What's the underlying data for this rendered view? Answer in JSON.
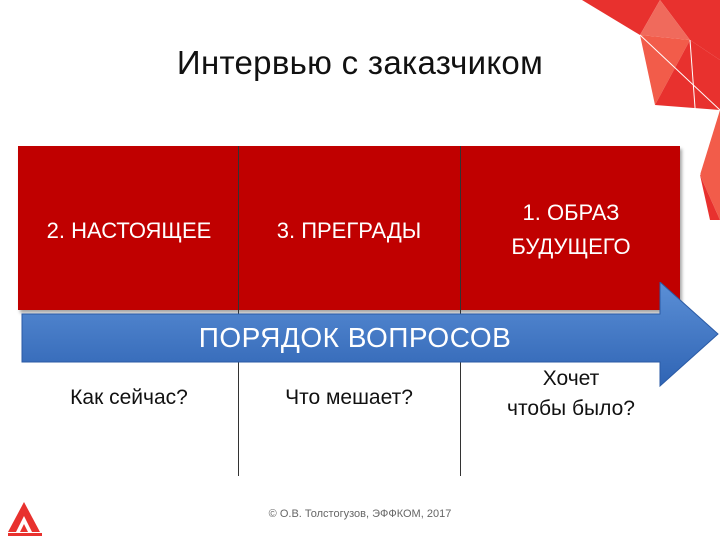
{
  "slide": {
    "title": "Интервью с заказчиком",
    "columns": [
      {
        "header": "2. НАСТОЯЩЕЕ",
        "question": "Как сейчас?"
      },
      {
        "header": "3. ПРЕГРАДЫ",
        "question": "Что мешает?"
      },
      {
        "header": "1. ОБРАЗ БУДУЩЕГО",
        "header_line1": "1. ОБРАЗ",
        "header_line2": "БУДУЩЕГО",
        "question_line1": "Хочет",
        "question_line2": "чтобы было?"
      }
    ],
    "arrow_label": "ПОРЯДОК ВОПРОСОВ",
    "footer": "© О.В. Толстогузов, ЭФФКОМ, 2017"
  },
  "colors": {
    "band_red": "#c00000",
    "arrow_blue": "#3f78c9",
    "accent_red": "#e8312e"
  },
  "icons": [
    "corner-triangles-decoration",
    "company-logo-icon"
  ]
}
